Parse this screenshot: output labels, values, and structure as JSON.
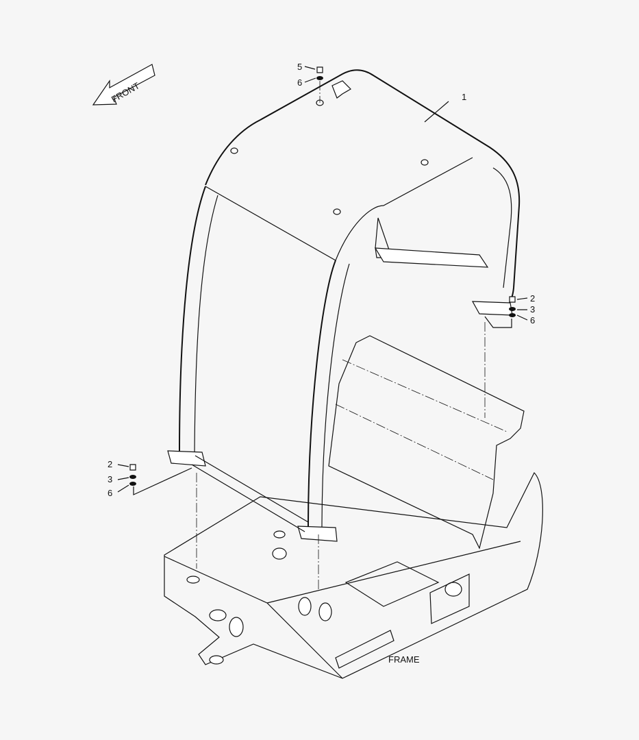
{
  "diagram": {
    "front_label": "FRONT",
    "frame_label": "FRAME",
    "callouts": {
      "canopy": "1",
      "bolt_right": "2",
      "washer_right": "3",
      "spacer_right": "6",
      "bolt_left": "2",
      "washer_left": "3",
      "spacer_left": "6",
      "bolt_top": "5",
      "spacer_top": "6"
    }
  }
}
